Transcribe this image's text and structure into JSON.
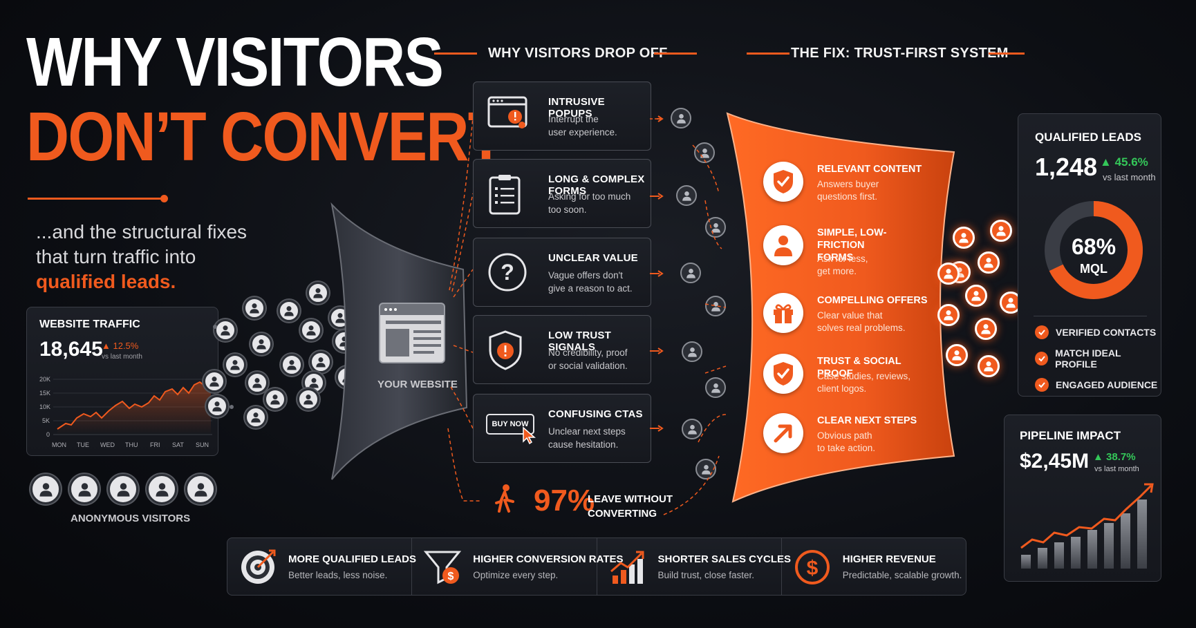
{
  "title": {
    "line1": "WHY VISITORS",
    "line2": "DON’T CONVERT",
    "subtitle_pre": "...and the structural fixes that turn traffic into",
    "subtitle_accent": "qualified leads."
  },
  "headers": {
    "dropoff": "WHY VISITORS DROP OFF",
    "fix": "THE FIX: TRUST-FIRST SYSTEM"
  },
  "traffic": {
    "title": "WEBSITE TRAFFIC",
    "value": "18,645",
    "change": "12.5%",
    "change_note": "vs last month",
    "y_ticks": [
      "20K",
      "15K",
      "10K",
      "5K",
      "0"
    ],
    "x_ticks": [
      "MON",
      "TUE",
      "WED",
      "THU",
      "FRI",
      "SAT",
      "SUN"
    ]
  },
  "anonymous_label": "ANONYMOUS VISITORS",
  "website_label": "YOUR WEBSITE",
  "problems": [
    {
      "title": "INTRUSIVE POPUPS",
      "desc1": "Interrupt the",
      "desc2": "user experience.",
      "icon": "popup-window-icon"
    },
    {
      "title": "LONG & COMPLEX FORMS",
      "desc1": "Asking for too much",
      "desc2": "too soon.",
      "icon": "clipboard-form-icon"
    },
    {
      "title": "UNCLEAR VALUE",
      "desc1": "Vague offers don't",
      "desc2": "give a reason to act.",
      "icon": "question-mark-icon"
    },
    {
      "title": "LOW TRUST SIGNALS",
      "desc1": "No credibility, proof",
      "desc2": "or social validation.",
      "icon": "warning-shield-icon"
    },
    {
      "title": "CONFUSING CTAS",
      "desc1": "Unclear next steps",
      "desc2": "cause hesitation.",
      "icon": "buy-now-button-icon",
      "button_text": "BUY NOW"
    }
  ],
  "leave": {
    "percent": "97%",
    "line1": "LEAVE WITHOUT",
    "line2": "CONVERTING"
  },
  "fixes": [
    {
      "title1": "RELEVANT CONTENT",
      "title2": "",
      "desc1": "Answers buyer",
      "desc2": "questions first.",
      "icon": "shield-check-icon"
    },
    {
      "title1": "SIMPLE, LOW-FRICTION",
      "title2": "FORMS",
      "desc1": "Ask for less,",
      "desc2": "get more.",
      "icon": "user-form-icon"
    },
    {
      "title1": "COMPELLING OFFERS",
      "title2": "",
      "desc1": "Clear value that",
      "desc2": "solves real problems.",
      "icon": "gift-icon"
    },
    {
      "title1": "TRUST & SOCIAL PROOF",
      "title2": "",
      "desc1": "Case studies, reviews,",
      "desc2": "client logos.",
      "icon": "trust-shield-icon"
    },
    {
      "title1": "CLEAR NEXT STEPS",
      "title2": "",
      "desc1": "Obvious path",
      "desc2": "to take action.",
      "icon": "arrow-up-right-icon"
    }
  ],
  "leads": {
    "title": "QUALIFIED LEADS",
    "value": "1,248",
    "change": "45.6%",
    "change_note": "vs last month",
    "donut_percent": 68,
    "donut_label": "68%",
    "donut_sub": "MQL",
    "checks": [
      "VERIFIED CONTACTS",
      "MATCH IDEAL PROFILE",
      "ENGAGED AUDIENCE"
    ]
  },
  "pipeline": {
    "title": "PIPELINE IMPACT",
    "value": "$2,45M",
    "change": "38.7%",
    "change_note": "vs last month"
  },
  "benefits": [
    {
      "title": "MORE QUALIFIED LEADS",
      "desc": "Better leads, less noise.",
      "icon": "target-icon"
    },
    {
      "title": "HIGHER CONVERSION RATES",
      "desc": "Optimize every step.",
      "icon": "funnel-dollar-icon"
    },
    {
      "title": "SHORTER SALES CYCLES",
      "desc": "Build trust, close faster.",
      "icon": "growth-chart-icon"
    },
    {
      "title": "HIGHER REVENUE",
      "desc": "Predictable, scalable growth.",
      "icon": "dollar-coin-icon"
    }
  ],
  "colors": {
    "accent": "#f05a1e",
    "positive": "#34c759",
    "background": "#0c0e13"
  }
}
